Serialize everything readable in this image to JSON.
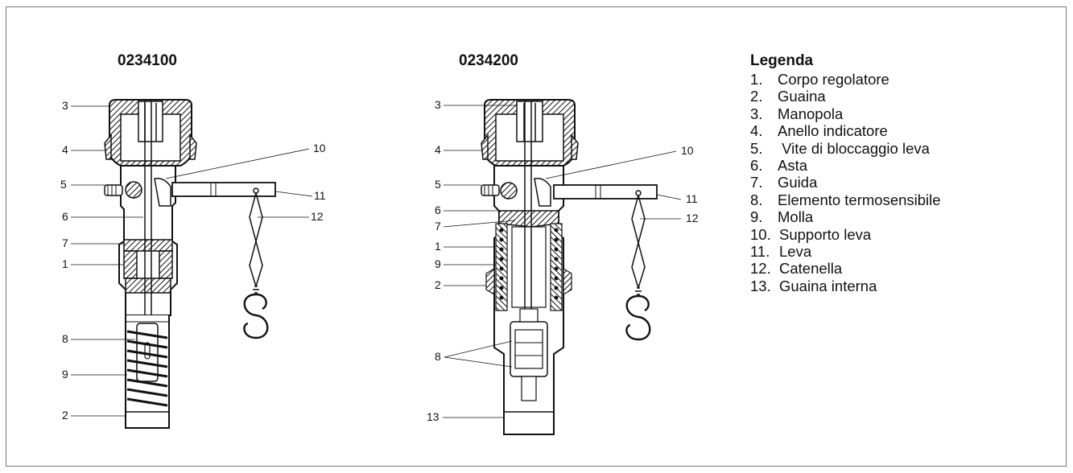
{
  "titles": {
    "left": "0234100",
    "middle": "0234200",
    "legend": "Legenda"
  },
  "legend_items": [
    {
      "num": "1.",
      "text": "Corpo regolatore"
    },
    {
      "num": "2.",
      "text": "Guaina"
    },
    {
      "num": "3.",
      "text": "Manopola"
    },
    {
      "num": "4.",
      "text": "Anello indicatore"
    },
    {
      "num": "5.",
      "text": " Vite di bloccaggio leva"
    },
    {
      "num": "6.",
      "text": "Asta"
    },
    {
      "num": "7.",
      "text": "Guida"
    },
    {
      "num": "8.",
      "text": "Elemento termosensibile"
    },
    {
      "num": "9.",
      "text": "Molla"
    },
    {
      "num": "10.",
      "text": "Supporto leva"
    },
    {
      "num": "11.",
      "text": "Leva"
    },
    {
      "num": "12.",
      "text": "Catenella"
    },
    {
      "num": "13.",
      "text": "Guaina interna"
    }
  ],
  "left_labels": {
    "l3": "3",
    "l4": "4",
    "l5": "5",
    "l6": "6",
    "l7": "7",
    "l1": "1",
    "l8": "8",
    "l9": "9",
    "l2": "2",
    "l10": "10",
    "l11": "11",
    "l12": "12"
  },
  "middle_labels": {
    "l3": "3",
    "l4": "4",
    "l5": "5",
    "l6": "6",
    "l7": "7",
    "l1": "1",
    "l9": "9",
    "l2": "2",
    "l8": "8",
    "l13": "13",
    "l10": "10",
    "l11": "11",
    "l12": "12"
  }
}
